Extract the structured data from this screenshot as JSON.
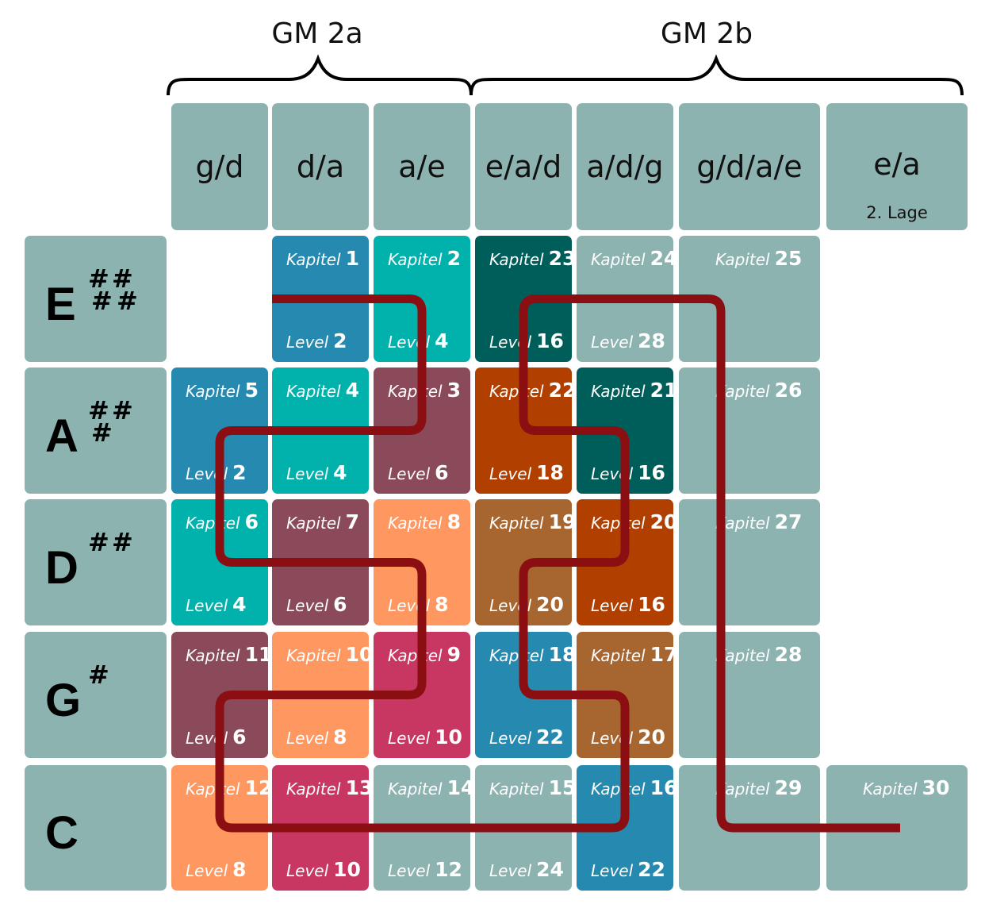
{
  "groups": [
    {
      "label": "GM 2a",
      "color": "#000000"
    },
    {
      "label": "GM 2b",
      "color": "#000000"
    }
  ],
  "columns": [
    {
      "label": "g/d",
      "sub": ""
    },
    {
      "label": "d/a",
      "sub": ""
    },
    {
      "label": "a/e",
      "sub": ""
    },
    {
      "label": "e/a/d",
      "sub": ""
    },
    {
      "label": "a/d/g",
      "sub": ""
    },
    {
      "label": "g/d/a/e",
      "sub": ""
    },
    {
      "label": "e/a",
      "sub": "2. Lage"
    }
  ],
  "rows": [
    {
      "note": "E",
      "sharps": 4
    },
    {
      "note": "A",
      "sharps": 3
    },
    {
      "note": "D",
      "sharps": 2
    },
    {
      "note": "G",
      "sharps": 1
    },
    {
      "note": "C",
      "sharps": 0
    }
  ],
  "word_kapitel": "Kapitel",
  "word_level": "Level",
  "sharp_glyph": "#",
  "cells": [
    {
      "row": 0,
      "col": 1,
      "kapitel": "1",
      "level": "2",
      "color": "#2589b0"
    },
    {
      "row": 0,
      "col": 2,
      "kapitel": "2",
      "level": "4",
      "color": "#00b1ac"
    },
    {
      "row": 0,
      "col": 3,
      "kapitel": "23",
      "level": "16",
      "color": "#005e5a"
    },
    {
      "row": 0,
      "col": 4,
      "kapitel": "24",
      "level": "28",
      "color": "#8db3b1"
    },
    {
      "row": 0,
      "col": 5,
      "kapitel": "25",
      "level": "",
      "color": "#8db3b1"
    },
    {
      "row": 1,
      "col": 0,
      "kapitel": "5",
      "level": "2",
      "color": "#2589b0"
    },
    {
      "row": 1,
      "col": 1,
      "kapitel": "4",
      "level": "4",
      "color": "#00b1ac"
    },
    {
      "row": 1,
      "col": 2,
      "kapitel": "3",
      "level": "6",
      "color": "#8a4a5a"
    },
    {
      "row": 1,
      "col": 3,
      "kapitel": "22",
      "level": "18",
      "color": "#b03f00"
    },
    {
      "row": 1,
      "col": 4,
      "kapitel": "21",
      "level": "16",
      "color": "#005e5a"
    },
    {
      "row": 1,
      "col": 5,
      "kapitel": "26",
      "level": "",
      "color": "#8db3b1"
    },
    {
      "row": 2,
      "col": 0,
      "kapitel": "6",
      "level": "4",
      "color": "#00b1ac"
    },
    {
      "row": 2,
      "col": 1,
      "kapitel": "7",
      "level": "6",
      "color": "#8a4a5a"
    },
    {
      "row": 2,
      "col": 2,
      "kapitel": "8",
      "level": "8",
      "color": "#ff9760"
    },
    {
      "row": 2,
      "col": 3,
      "kapitel": "19",
      "level": "20",
      "color": "#a7662f"
    },
    {
      "row": 2,
      "col": 4,
      "kapitel": "20",
      "level": "16",
      "color": "#b03f00"
    },
    {
      "row": 2,
      "col": 5,
      "kapitel": "27",
      "level": "",
      "color": "#8db3b1"
    },
    {
      "row": 3,
      "col": 0,
      "kapitel": "11",
      "level": "6",
      "color": "#8a4a5a"
    },
    {
      "row": 3,
      "col": 1,
      "kapitel": "10",
      "level": "8",
      "color": "#ff9760"
    },
    {
      "row": 3,
      "col": 2,
      "kapitel": "9",
      "level": "10",
      "color": "#c83761"
    },
    {
      "row": 3,
      "col": 3,
      "kapitel": "18",
      "level": "22",
      "color": "#2589b0"
    },
    {
      "row": 3,
      "col": 4,
      "kapitel": "17",
      "level": "20",
      "color": "#a7662f"
    },
    {
      "row": 3,
      "col": 5,
      "kapitel": "28",
      "level": "",
      "color": "#8db3b1"
    },
    {
      "row": 4,
      "col": 0,
      "kapitel": "12",
      "level": "8",
      "color": "#ff9760"
    },
    {
      "row": 4,
      "col": 1,
      "kapitel": "13",
      "level": "10",
      "color": "#c83761"
    },
    {
      "row": 4,
      "col": 2,
      "kapitel": "14",
      "level": "12",
      "color": "#8db3b1"
    },
    {
      "row": 4,
      "col": 3,
      "kapitel": "15",
      "level": "24",
      "color": "#8db3b1"
    },
    {
      "row": 4,
      "col": 4,
      "kapitel": "16",
      "level": "22",
      "color": "#2589b0"
    },
    {
      "row": 4,
      "col": 5,
      "kapitel": "29",
      "level": "",
      "color": "#8db3b1"
    },
    {
      "row": 4,
      "col": 6,
      "kapitel": "30",
      "level": "",
      "color": "#8db3b1"
    }
  ],
  "path_color": "#8b0e12",
  "paths": [
    [
      "1",
      "2",
      "3",
      "4",
      "5",
      "6",
      "7",
      "8",
      "9",
      "10",
      "11",
      "12",
      "13",
      "14",
      "15",
      "16",
      "17",
      "18",
      "19",
      "20",
      "21",
      "22",
      "23",
      "24",
      "25",
      "26",
      "27",
      "28",
      "29",
      "30"
    ]
  ]
}
